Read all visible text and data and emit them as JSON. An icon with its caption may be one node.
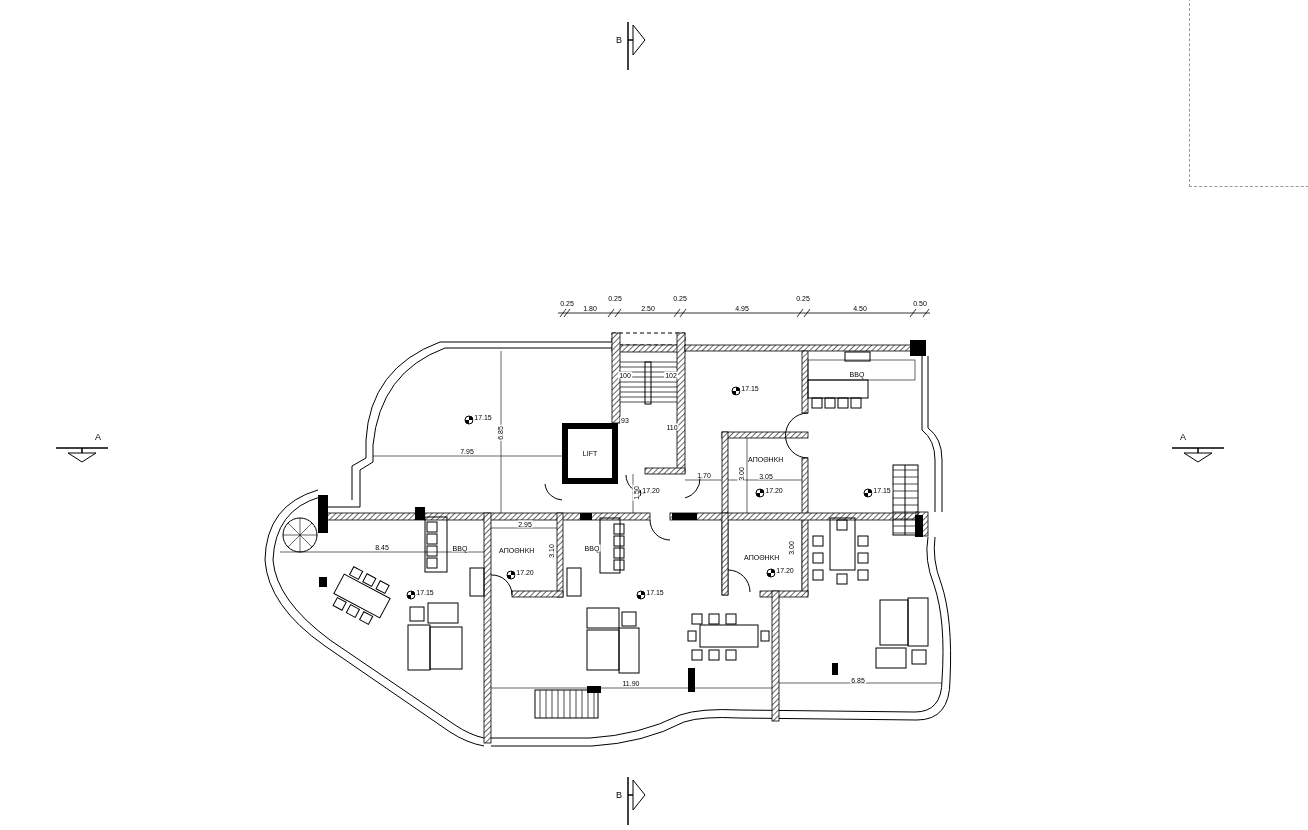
{
  "diagram": {
    "nodes": [
      {
        "text": [
          "LIFT"
        ]
      },
      {
        "text": [
          "ΑΠΟΘΗΚΗ"
        ]
      },
      {
        "text": [
          "ΑΠΟΘΗΚΗ"
        ]
      },
      {
        "text": [
          "ΑΠΟΘΗΚΗ"
        ]
      },
      {
        "text": [],
        "shape": "box"
      }
    ],
    "edges": [],
    "labels": [
      "B",
      "0.25",
      "1.80",
      "0.25",
      "2.50",
      "0.25",
      "4.95",
      "0.25",
      "4.50",
      "0.50",
      "100",
      "102",
      "93",
      "110",
      "BBQ",
      "17.15",
      "17.15",
      "6.85",
      "7.95",
      "A",
      "A",
      "1.70",
      "3.00",
      "3.05",
      "17.20",
      "1.50",
      "17.20",
      "17.15",
      "2.95",
      "3.10",
      "17.20",
      "8.45",
      "BBQ",
      "BBQ",
      "17.15",
      "17.15",
      "3.00",
      "17.20",
      "11.90",
      "6.85",
      "B"
    ]
  }
}
